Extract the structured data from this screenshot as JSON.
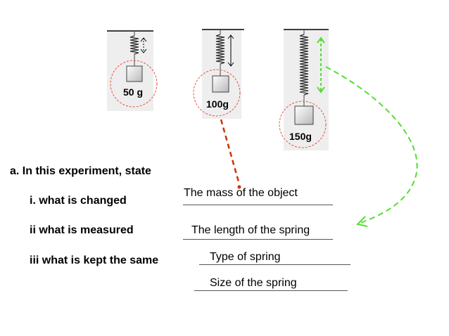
{
  "apparatus": {
    "springs": [
      {
        "mass_label": "50 g"
      },
      {
        "mass_label": "100g"
      },
      {
        "mass_label": "150g"
      }
    ]
  },
  "question": {
    "prompt": "a.  In this experiment, state",
    "parts": [
      {
        "label": "i.   what is changed",
        "answer": "The mass of the object"
      },
      {
        "label": "ii   what is measured",
        "answer": "The length of the spring"
      },
      {
        "label": "iii  what is kept the same",
        "answer": "Type of spring"
      }
    ],
    "extra_answer": "Size of the spring"
  },
  "colors": {
    "dashed_circle": "#e8523a",
    "pointer_red": "#cc3300",
    "pointer_green": "#55dd33",
    "panel_bg": "#eeeeee"
  }
}
